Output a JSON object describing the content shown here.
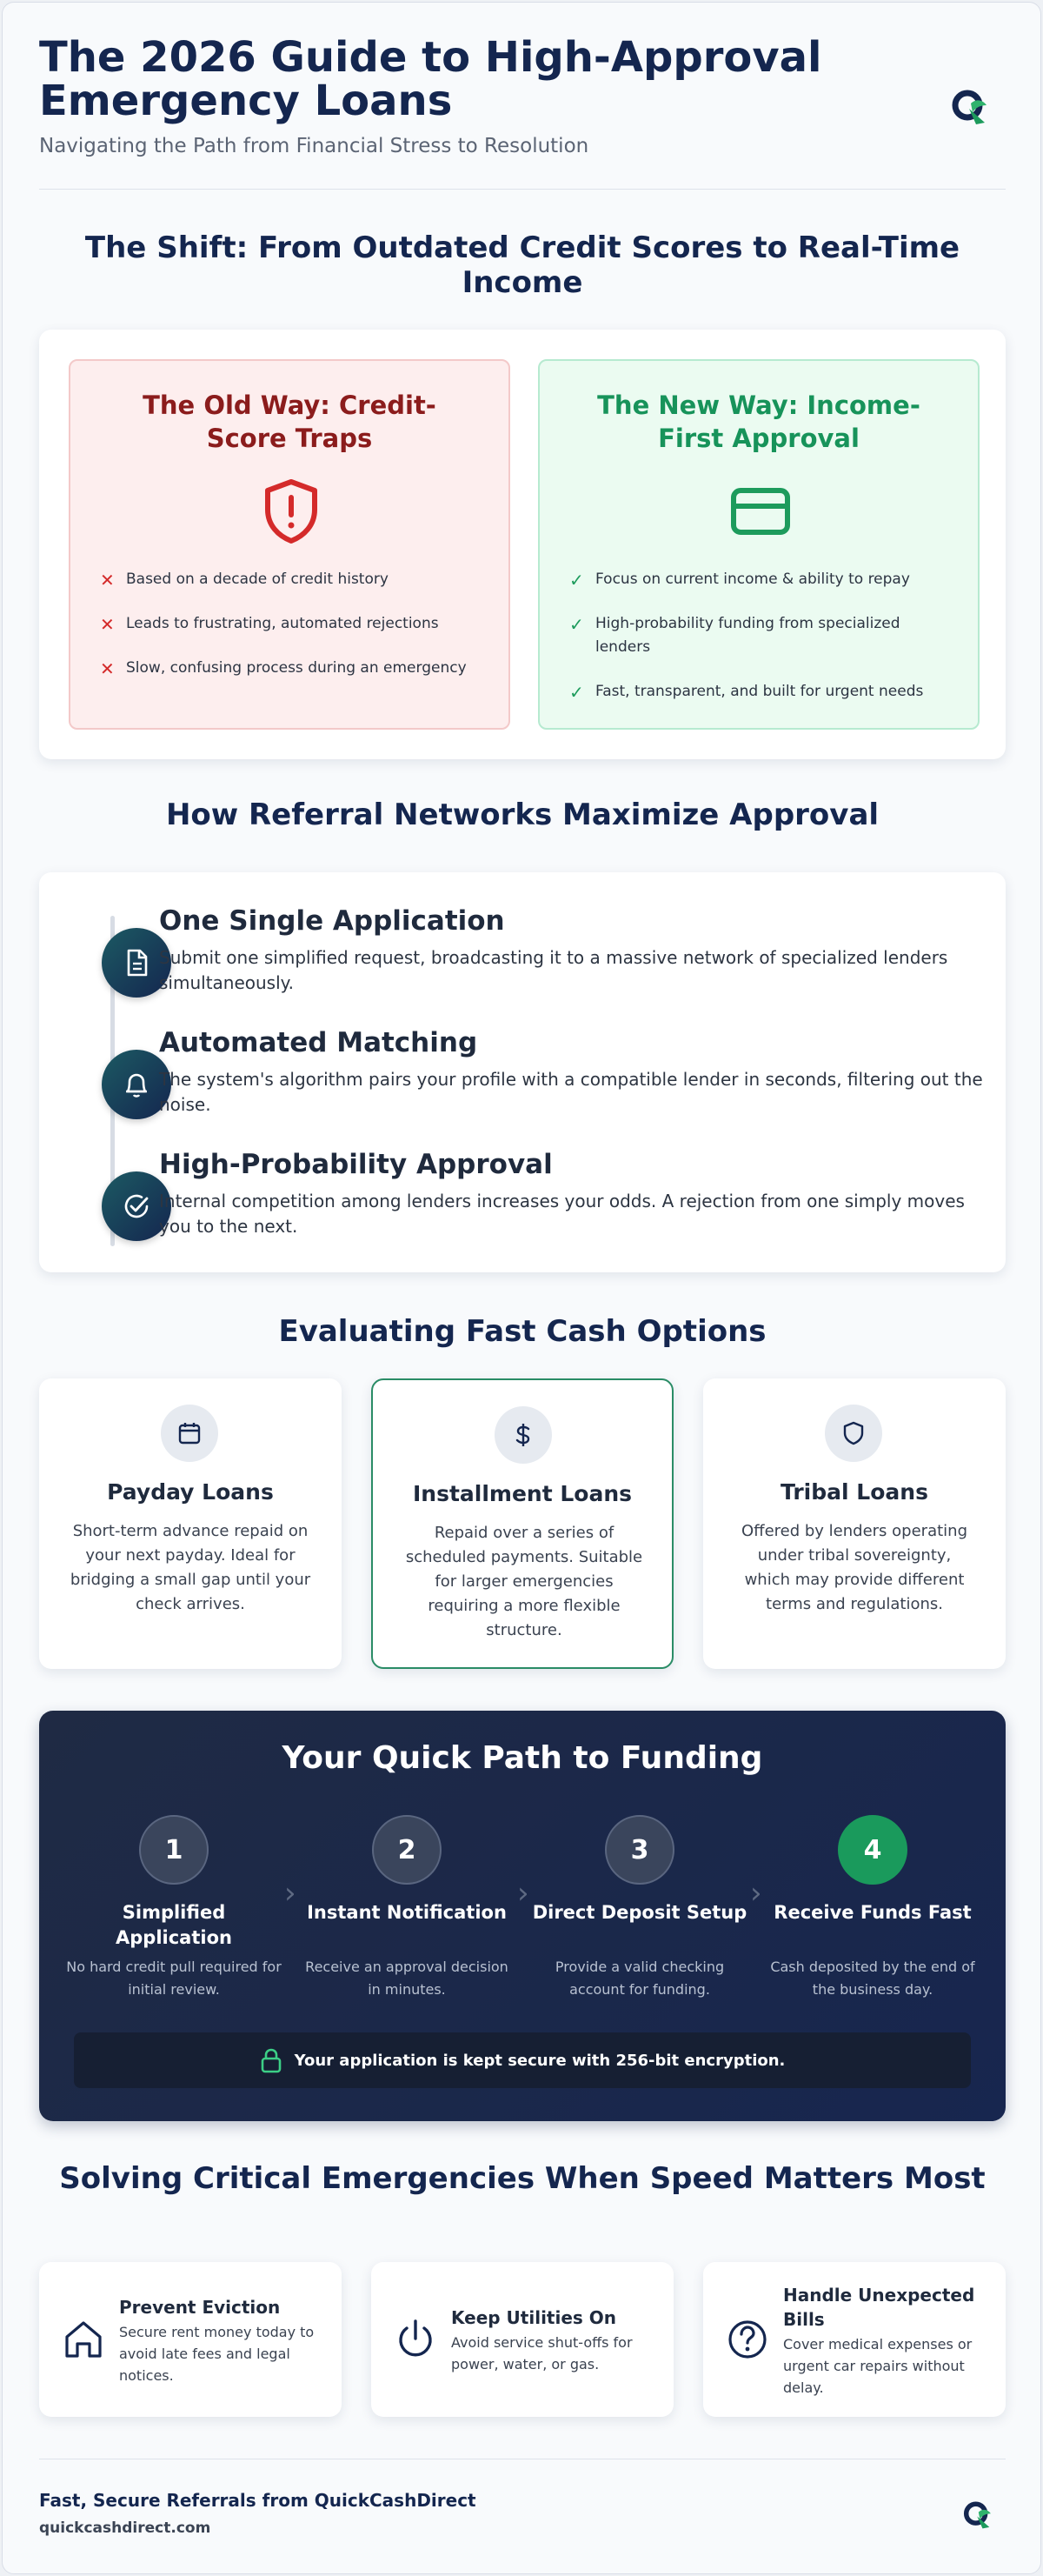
{
  "header": {
    "title": "The 2026 Guide to High-Approval Emergency Loans",
    "subtitle": "Navigating the Path from Financial Stress to Resolution",
    "logo_icon": "quickcashdirect-logo-icon"
  },
  "shift": {
    "title": "The Shift: From Outdated Credit Scores to Real-Time Income",
    "old": {
      "title": "The Old Way: Credit-Score Traps",
      "icon": "shield-alert-icon",
      "items": [
        "Based on a decade of credit history",
        "Leads to frustrating, automated rejections",
        "Slow, confusing process during an emergency"
      ],
      "mark": "✕"
    },
    "new": {
      "title": "The New Way: Income-First Approval",
      "icon": "credit-card-icon",
      "items": [
        "Focus on current income & ability to repay",
        "High-probability funding from specialized lenders",
        "Fast, transparent, and built for urgent needs"
      ],
      "mark": "✓"
    }
  },
  "referral": {
    "title": "How Referral Networks Maximize Approval",
    "steps": [
      {
        "title": "One Single Application",
        "desc": "Submit one simplified request, broadcasting it to a massive network of specialized lenders simultaneously.",
        "icon": "document-icon"
      },
      {
        "title": "Automated Matching",
        "desc": "The system's algorithm pairs your profile with a compatible lender in seconds, filtering out the noise.",
        "icon": "bell-icon"
      },
      {
        "title": "High-Probability Approval",
        "desc": "Internal competition among lenders increases your odds. A rejection from one simply moves you to the next.",
        "icon": "check-circle-icon"
      }
    ]
  },
  "options": {
    "title": "Evaluating Fast Cash Options",
    "cards": [
      {
        "title": "Payday Loans",
        "desc": "Short-term advance repaid on your next payday. Ideal for bridging a small gap until your check arrives.",
        "icon": "calendar-icon"
      },
      {
        "title": "Installment Loans",
        "desc": "Repaid over a series of scheduled payments. Suitable for larger emergencies requiring a more flexible structure.",
        "icon": "dollar-icon"
      },
      {
        "title": "Tribal Loans",
        "desc": "Offered by lenders operating under tribal sovereignty, which may provide different terms and regulations.",
        "icon": "shield-icon"
      }
    ]
  },
  "path": {
    "title": "Your Quick Path to Funding",
    "steps": [
      {
        "num": "1",
        "title": "Simplified Application",
        "desc": "No hard credit pull required for initial review."
      },
      {
        "num": "2",
        "title": "Instant Notification",
        "desc": "Receive an approval decision in minutes."
      },
      {
        "num": "3",
        "title": "Direct Deposit Setup",
        "desc": "Provide a valid checking account for funding."
      },
      {
        "num": "4",
        "title": "Receive Funds Fast",
        "desc": "Cash deposited by the end of the business day."
      }
    ],
    "chevron": "›",
    "secure_text": "Your application is kept secure with 256-bit encryption.",
    "secure_icon": "lock-icon"
  },
  "emergencies": {
    "title": "Solving Critical Emergencies When Speed Matters Most",
    "cards": [
      {
        "title": "Prevent Eviction",
        "desc": "Secure rent money today to avoid late fees and legal notices.",
        "icon": "home-icon"
      },
      {
        "title": "Keep Utilities On",
        "desc": "Avoid service shut-offs for power, water, or gas.",
        "icon": "power-icon"
      },
      {
        "title": "Handle Unexpected Bills",
        "desc": "Cover medical expenses or urgent car repairs without delay.",
        "icon": "question-circle-icon"
      }
    ]
  },
  "footer": {
    "title": "Fast, Secure Referrals from QuickCashDirect",
    "url": "quickcashdirect.com"
  },
  "colors": {
    "navy": "#14264f",
    "red": "#d42a2a",
    "green": "#1d9b5c",
    "teal": "#2a8c66"
  }
}
